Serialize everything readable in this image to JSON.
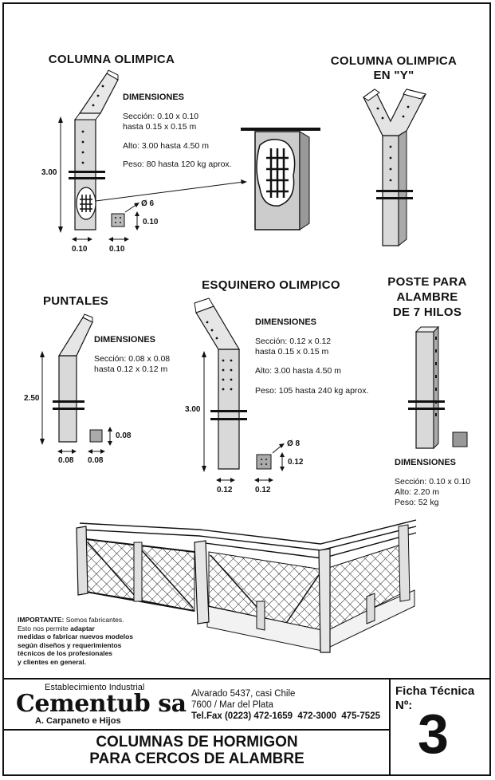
{
  "sections": {
    "columna_olimpica": {
      "title": "COLUMNA OLIMPICA",
      "dim_title": "DIMENSIONES",
      "seccion_line1": "Sección: 0.10 x 0.10",
      "seccion_line2": "hasta 0.15 x 0.15 m",
      "alto": "Alto: 3.00 hasta 4.50 m",
      "peso": "Peso: 80 hasta 120 kg aprox.",
      "height_label": "3.00",
      "width_label_a": "0.10",
      "width_label_b": "0.10",
      "diameter_label": "Ø 6",
      "section_label": "0.10"
    },
    "columna_y": {
      "title_line1": "COLUMNA OLIMPICA",
      "title_line2": "EN \"Y\""
    },
    "puntales": {
      "title": "PUNTALES",
      "dim_title": "DIMENSIONES",
      "seccion_line1": "Sección: 0.08 x 0.08",
      "seccion_line2": "hasta 0.12 x 0.12 m",
      "height_label": "2.50",
      "width_label_a": "0.08",
      "width_label_b": "0.08",
      "section_label": "0.08"
    },
    "esquinero": {
      "title": "ESQUINERO OLIMPICO",
      "dim_title": "DIMENSIONES",
      "seccion_line1": "Sección: 0.12 x 0.12",
      "seccion_line2": "hasta 0.15 x 0.15 m",
      "alto": "Alto: 3.00 hasta 4.50 m",
      "peso": "Peso: 105 hasta 240 kg aprox.",
      "height_label": "3.00",
      "width_label_a": "0.12",
      "width_label_b": "0.12",
      "diameter_label": "Ø 8",
      "section_label": "0.12"
    },
    "poste": {
      "title_line1": "POSTE PARA",
      "title_line2": "ALAMBRE",
      "title_line3": "DE 7 HILOS",
      "dim_title": "DIMENSIONES",
      "seccion": "Sección: 0.10 x 0.10",
      "alto": "Alto: 2.20 m",
      "peso": "Peso: 52 kg"
    }
  },
  "importante": {
    "lead": "IMPORTANTE:",
    "line1": " Somos fabricantes.",
    "line2_a": "Esto nos permite ",
    "line2_b": "adaptar",
    "line3": "medidas o fabricar nuevos modelos",
    "line4": "según diseños y requerimientos",
    "line5": "técnicos de los profesionales",
    "line6": "y clientes en general."
  },
  "footer": {
    "establecimiento": "Establecimiento Industrial",
    "brand": "Cementub sa",
    "owners": "A. Carpaneto e Hijos",
    "address1": "Alvarado 5437, casi Chile",
    "address2": "7600 / Mar del Plata",
    "phones": "Tel.Fax (0223) 472-1659  472-3000  475-7525",
    "ficha_label": "Ficha Técnica",
    "numero_label": "Nº:",
    "numero": "3",
    "main_title1": "COLUMNAS DE HORMIGON",
    "main_title2": "PARA CERCOS DE ALAMBRE"
  }
}
